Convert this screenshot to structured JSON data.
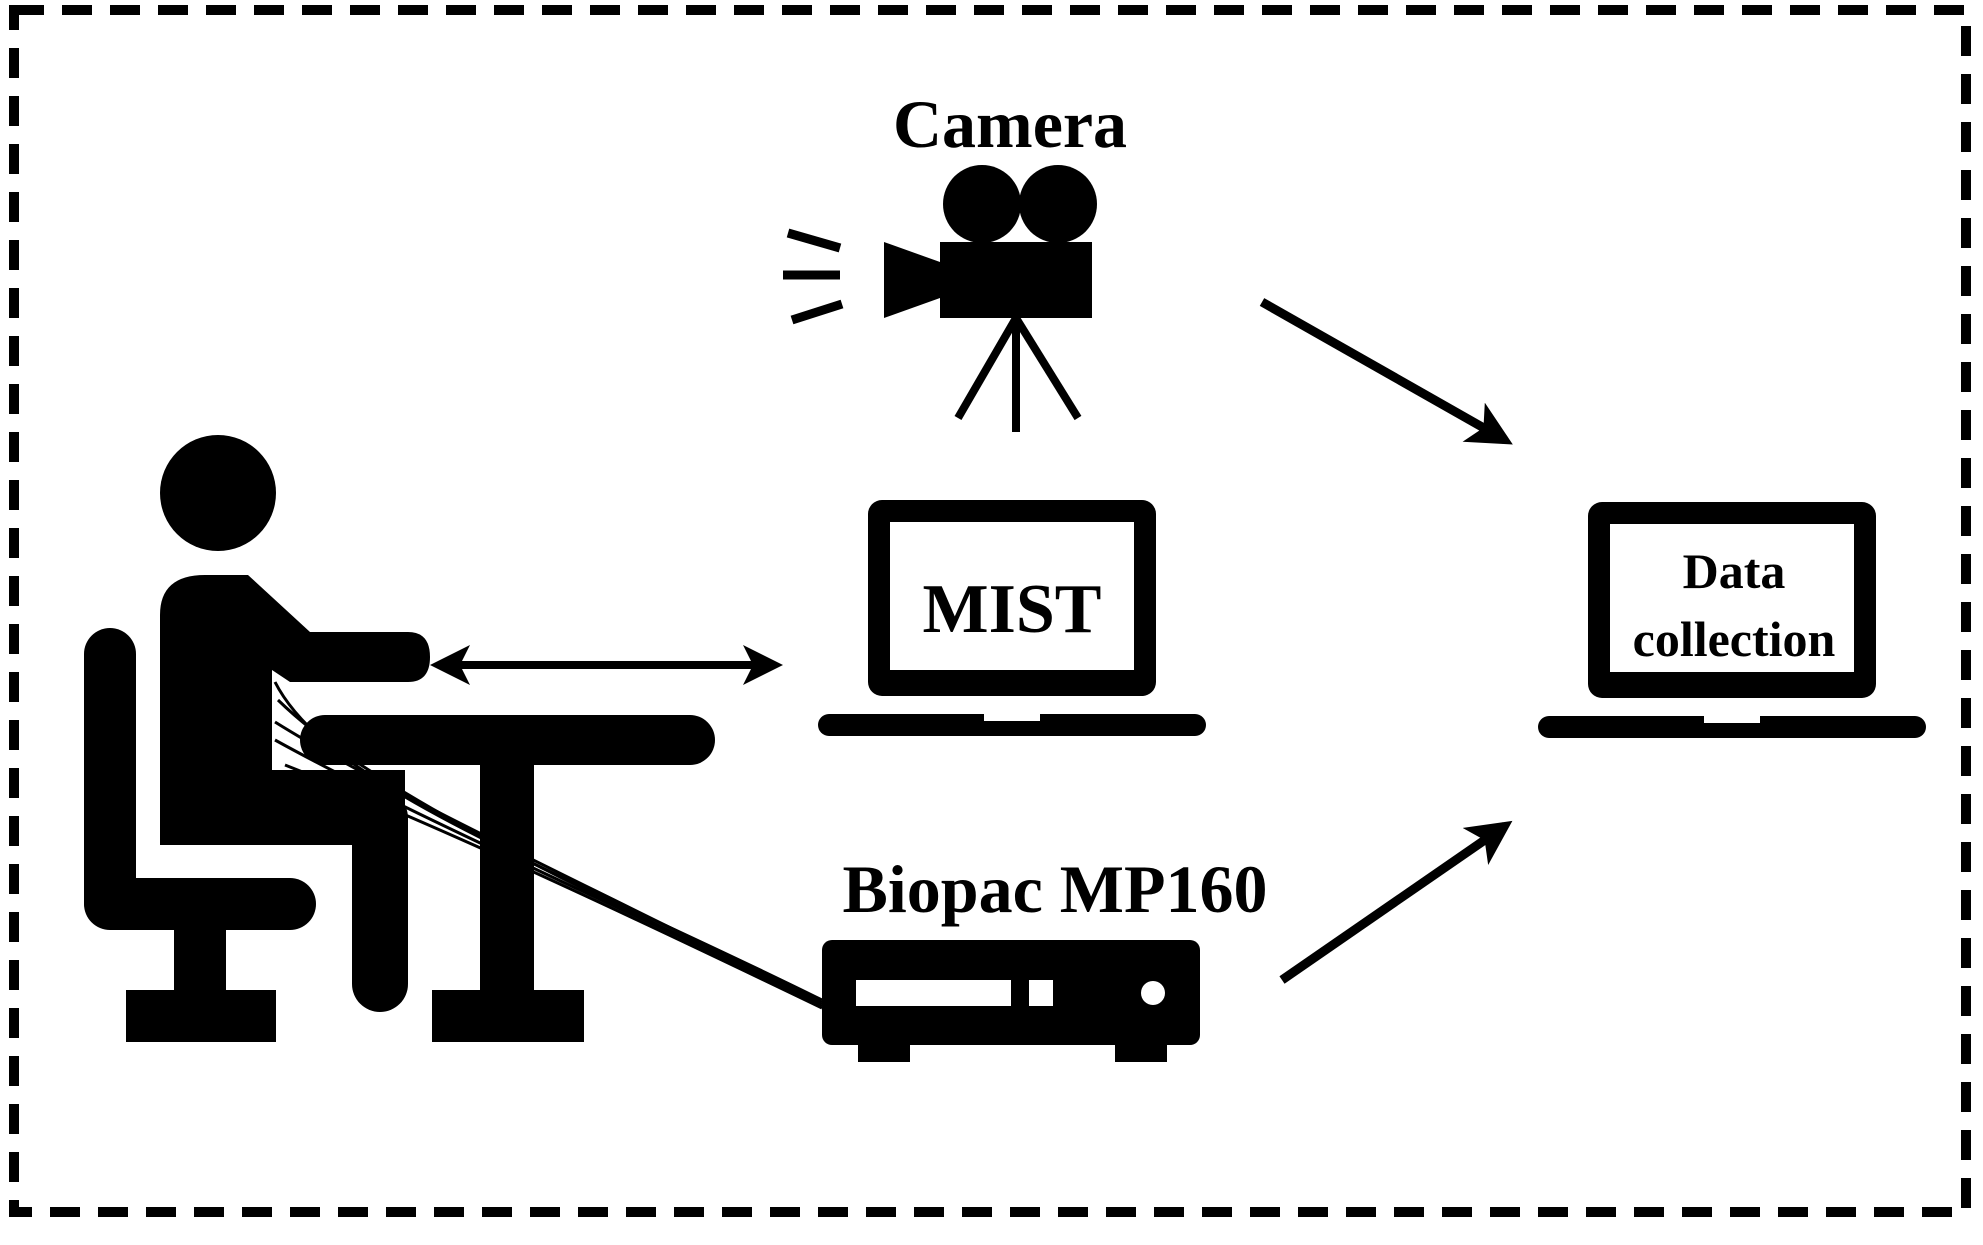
{
  "diagram": {
    "labels": {
      "camera": "Camera",
      "mist": "MIST",
      "biopac": "Biopac MP160",
      "data_line1": "Data",
      "data_line2": "collection"
    },
    "colors": {
      "ink": "#000000",
      "background": "#ffffff"
    },
    "icons": [
      "person-at-desk-icon",
      "video-camera-icon",
      "laptop-icon",
      "data-acquisition-unit-icon"
    ],
    "connections": [
      {
        "from": "person",
        "to": "MIST laptop",
        "type": "bidirectional-arrow"
      },
      {
        "from": "Camera",
        "to": "Data collection laptop",
        "type": "arrow"
      },
      {
        "from": "Biopac MP160",
        "to": "Data collection laptop",
        "type": "arrow"
      },
      {
        "from": "person",
        "to": "Biopac MP160",
        "type": "sensor-cables"
      }
    ]
  }
}
